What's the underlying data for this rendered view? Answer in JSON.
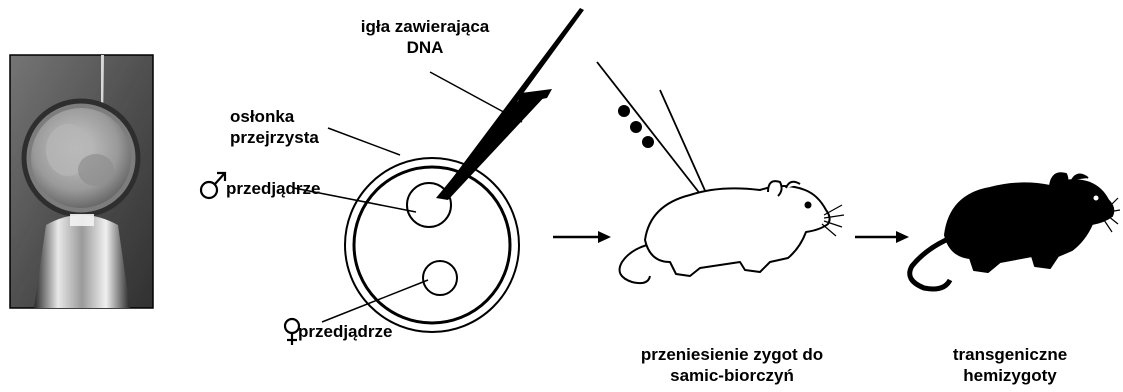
{
  "labels": {
    "needle_line1": "igła zawierająca",
    "needle_line2": "DNA",
    "zona_line1": "osłonka",
    "zona_line2": "przejrzysta",
    "male_symbol": "♂",
    "male_pronucleus": "przedjądrze",
    "female_symbol": "♀",
    "female_pronucleus": "przedjądrze",
    "transfer_line1": "przeniesienie zygot do",
    "transfer_line2": "samic-biorczyń",
    "result_line1": "transgeniczne",
    "result_line2": "hemizygoty"
  },
  "colors": {
    "ink": "#000000",
    "background": "#ffffff"
  }
}
